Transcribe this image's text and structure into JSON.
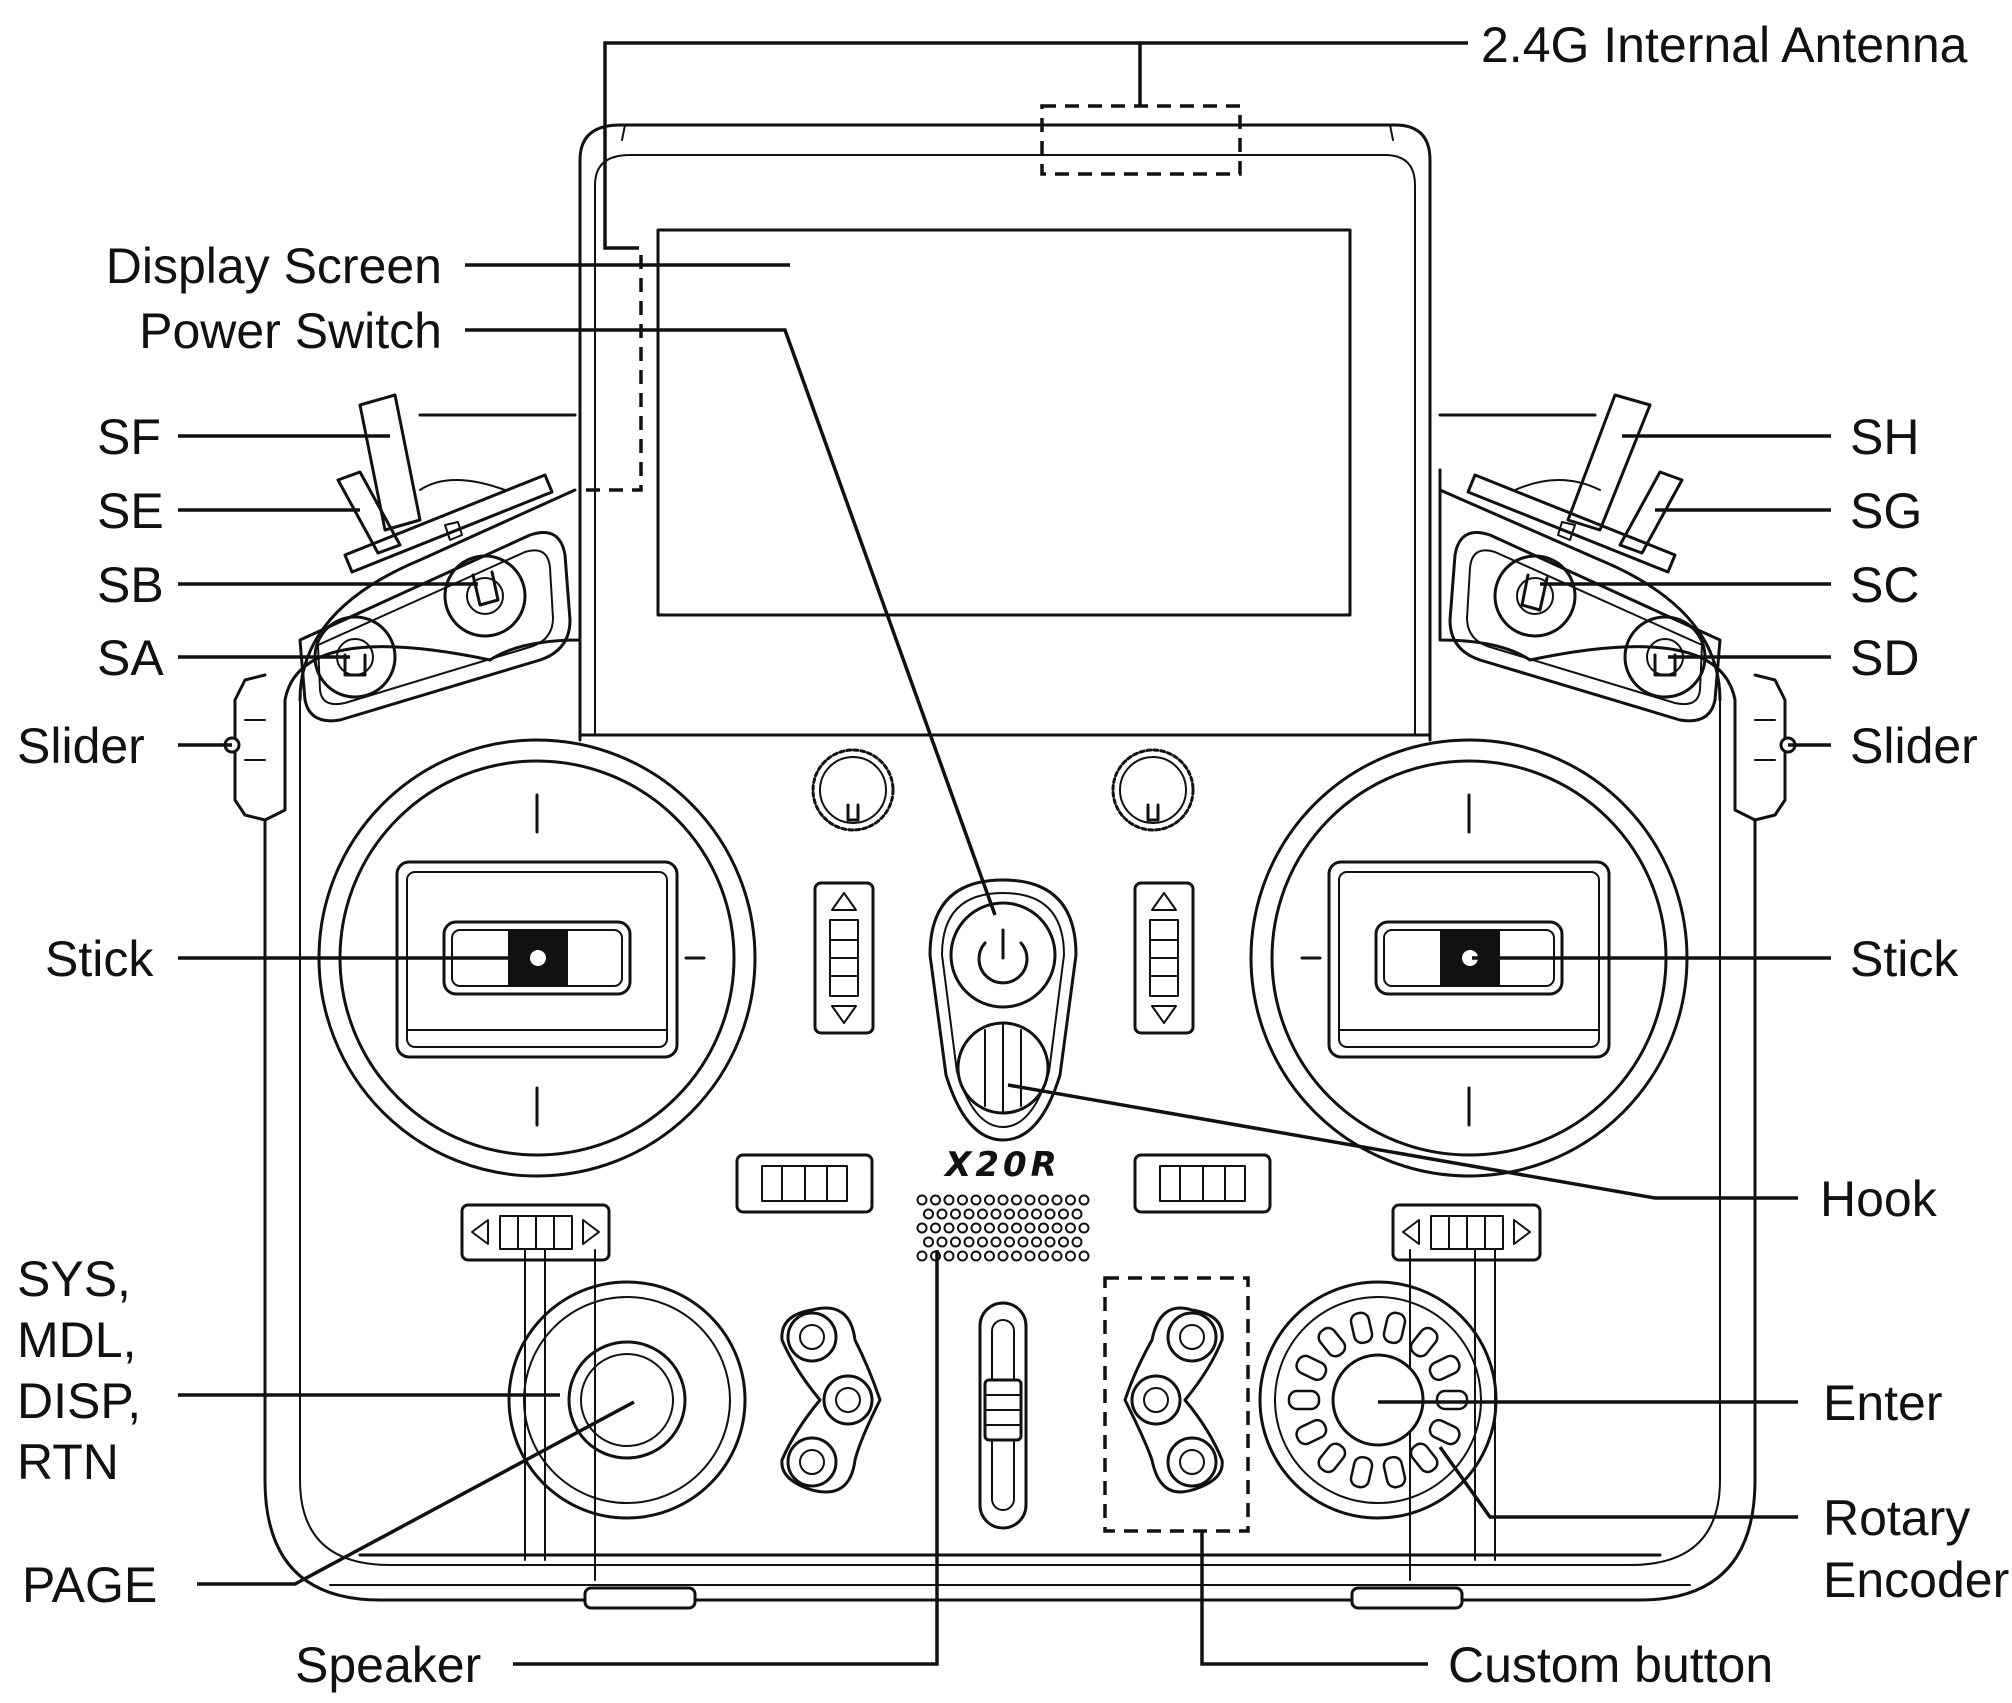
{
  "labels": {
    "antenna": "2.4G Internal Antenna",
    "display_screen": "Display Screen",
    "power_switch": "Power Switch",
    "sf": "SF",
    "se": "SE",
    "sb": "SB",
    "sa": "SA",
    "slider_left": "Slider",
    "stick_left": "Stick",
    "sys_line1": "SYS,",
    "sys_line2": "MDL,",
    "sys_line3": "DISP,",
    "sys_line4": "RTN",
    "page": "PAGE",
    "speaker": "Speaker",
    "sh": "SH",
    "sg": "SG",
    "sc": "SC",
    "sd": "SD",
    "slider_right": "Slider",
    "stick_right": "Stick",
    "hook": "Hook",
    "enter": "Enter",
    "rotary_line1": "Rotary",
    "rotary_line2": "Encoder",
    "custom_button": "Custom button"
  },
  "brand": "X20R"
}
